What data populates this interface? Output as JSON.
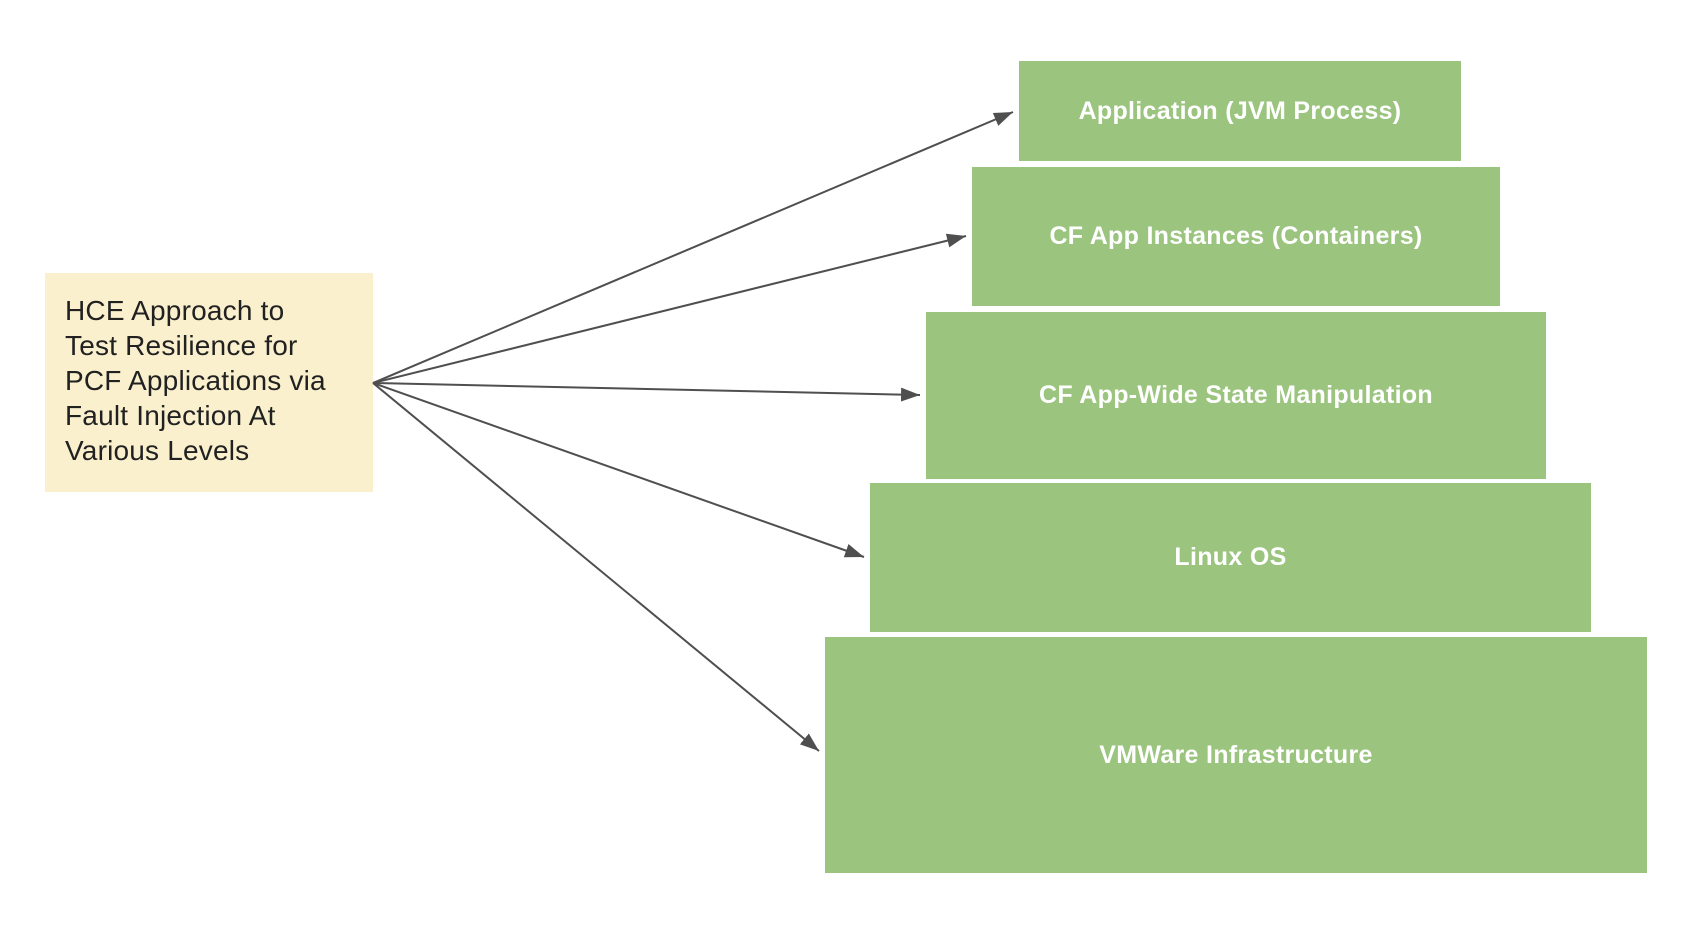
{
  "note": {
    "lines": [
      "HCE Approach to",
      "Test Resilience for",
      "PCF Applications via",
      "Fault Injection At",
      "Various Levels"
    ]
  },
  "levels": [
    {
      "label": "Application (JVM Process)"
    },
    {
      "label": "CF App Instances (Containers)"
    },
    {
      "label": "CF App-Wide State Manipulation"
    },
    {
      "label": "Linux OS"
    },
    {
      "label": "VMWare Infrastructure"
    }
  ],
  "colors": {
    "background": "#FFFFFF",
    "note_fill": "#FAF0CD",
    "note_text": "#212121",
    "level_fill": "#9BC47F",
    "level_text": "#FFFFFF",
    "arrow": "#4F4F4F"
  }
}
